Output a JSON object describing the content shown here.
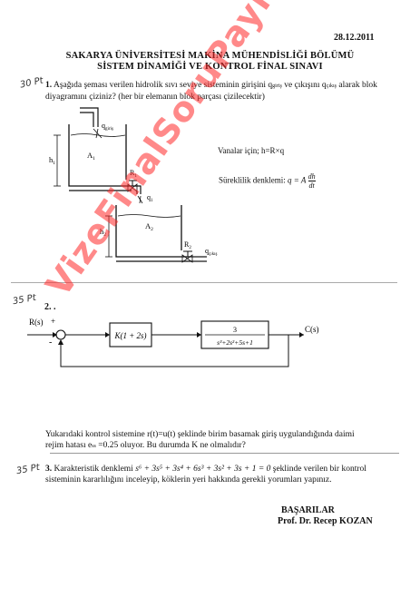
{
  "header": {
    "date": "28.12.2011"
  },
  "title": {
    "line1": "SAKARYA ÜNİVERSİTESİ MAKİNA MÜHENDİSLİĞİ BÖLÜMÜ",
    "line2": "SİSTEM DİNAMİĞİ VE KONTROL FİNAL SINAVI"
  },
  "margin_notes": {
    "q1_points": "30 Pt",
    "q2_points": "35 Pt",
    "q3_points": "35 Pt"
  },
  "q1": {
    "number": "1.",
    "text_a": "Aşağıda şeması verilen hidrolik sıvı seviye sisteminin girişini q",
    "sub_in": "giriş",
    "text_b": " ve çıkışını q",
    "sub_out": "çıkış",
    "text_c": " alarak blok diyagramını çiziniz? (her bir elemanın blok parçası çizilecektir)",
    "diagram": {
      "q_in": "q",
      "q_in_sub": "giriş",
      "A1": "A",
      "A1_sub": "1",
      "h1": "h",
      "h1_sub": "1",
      "R1": "R",
      "R1_sub": "1",
      "q1": "q",
      "q1_sub": "1",
      "A2": "A",
      "A2_sub": "2",
      "h2": "h",
      "h2_sub": "2",
      "R2": "R",
      "R2_sub": "2",
      "q_out": "q",
      "q_out_sub": "çıkış"
    },
    "valves_note": "Vanalar için; h=R×q",
    "continuity_label": "Süreklilik denklemi:",
    "continuity_eq": "q = A",
    "continuity_num": "dh",
    "continuity_den": "dt"
  },
  "q2": {
    "number": "2. .",
    "input_label": "R(s)",
    "plus": "+",
    "minus": "-",
    "controller": "K(1 + 2s)",
    "plant_num": "3",
    "plant_den": "s³+2s²+5s+1",
    "output_label": "C(s)",
    "text": "Yukarıdaki kontrol sistemine r(t)=u(t) şeklinde birim basamak giriş uygulandığında daimi rejim hatası e",
    "sub_ss": "ss",
    "text_b": " =0.25 oluyor. Bu durumda K ne olmalıdır?"
  },
  "q3": {
    "number": "3.",
    "text_a": " Karakteristik denklemi ",
    "equation": "s⁶ + 3s⁵ + 3s⁴ + 6s³ + 3s² + 3s + 1 = 0",
    "text_b": " şeklinde verilen bir kontrol sisteminin kararlılığını inceleyip, köklerin yeri hakkında gerekli yorumları yapınız."
  },
  "footer": {
    "closing": "BAŞARILAR",
    "signature": "Prof. Dr. Recep KOZAN"
  },
  "watermark": "VizeFinalSoruPaylaşımı.com"
}
